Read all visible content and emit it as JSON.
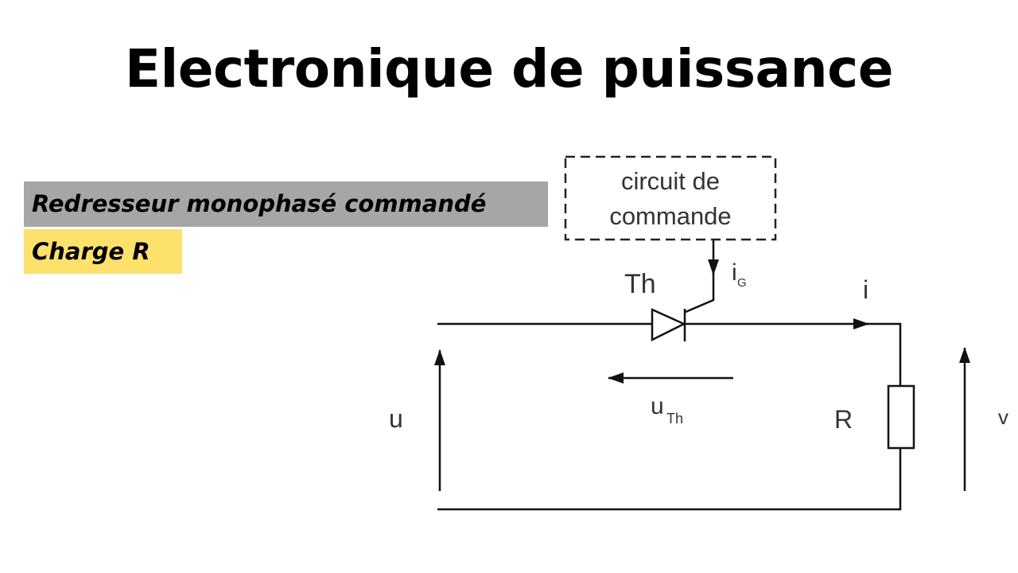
{
  "title": "Electronique de puissance",
  "tags": [
    "Redresseur monophasé commandé",
    "Charge R"
  ],
  "diagram": {
    "control_box": [
      "circuit de",
      "commande"
    ],
    "labels": {
      "thyristor": "Th",
      "gate_current": "i",
      "gate_sub": "G",
      "current": "i",
      "source_voltage": "u",
      "thyristor_voltage": "u",
      "thyristor_voltage_sub": "Th",
      "resistor": "R",
      "load_voltage": "v"
    }
  }
}
